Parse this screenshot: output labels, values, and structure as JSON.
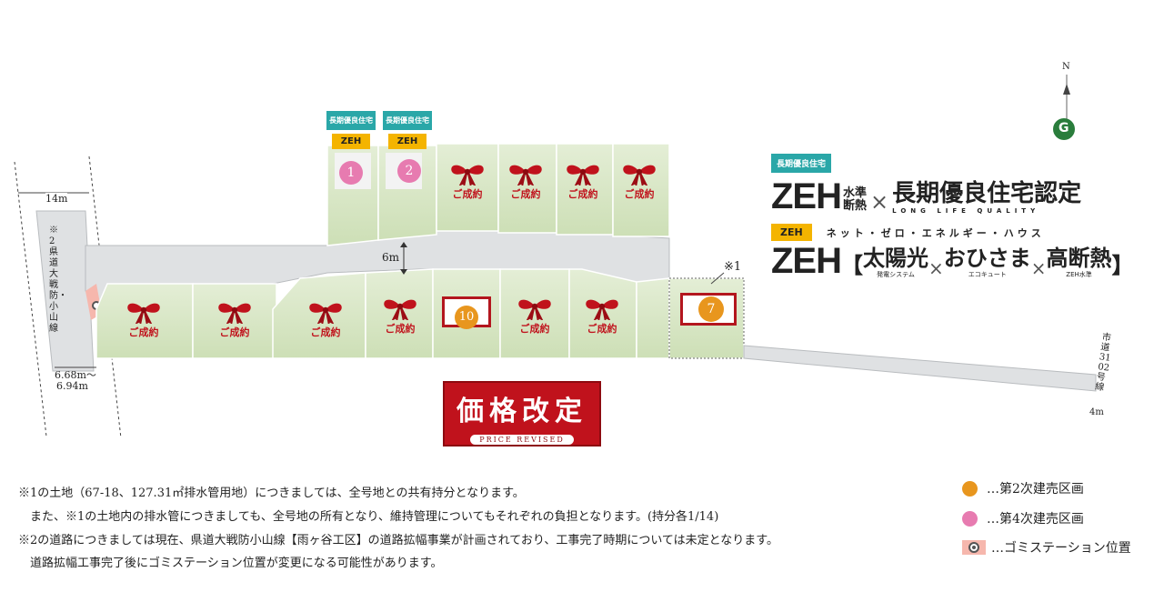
{
  "compass": {
    "north": "N",
    "logo": "G"
  },
  "road_labels": {
    "width_top": "14m",
    "prefectural_road": "※2 県道大戦防・小山線",
    "width_bottom_1": "6.68m～",
    "width_bottom_2": "6.94m",
    "inner_road": "6m",
    "city_road": "市道3102号線",
    "city_road_width": "4m",
    "note1_marker": "※1"
  },
  "lots_sold_label": "ご成約",
  "lots_available": [
    {
      "number": "1",
      "badge_top": "長期優良住宅",
      "badge_bottom": "ZEH",
      "color": "#e77bb0"
    },
    {
      "number": "2",
      "badge_top": "長期優良住宅",
      "badge_bottom": "ZEH",
      "color": "#e77bb0"
    },
    {
      "number": "10",
      "color": "#e8961e"
    },
    {
      "number": "7",
      "color": "#e8961e"
    }
  ],
  "price_banner": {
    "main": "価格改定",
    "sub": "PRICE REVISED"
  },
  "promo": {
    "tag1": "長期優良住宅",
    "zeh": "ZEH",
    "zeh_sub1": "水準",
    "zeh_sub2": "断熱",
    "times": "×",
    "long_life": "長期優良住宅認定",
    "long_life_en": "LONG LIFE QUALITY",
    "tag2": "ZEH",
    "net_zero": "ネット・ゼロ・エネルギー・ハウス",
    "bracket_open": "【",
    "bracket_close": "】",
    "solar": "太陽光",
    "solar_sub": "発電システム",
    "ohisama": "おひさま",
    "ohisama_sub": "エコキュート",
    "insulation": "高断熱",
    "insulation_sub": "ZEH水準"
  },
  "notes": [
    "※1の土地（67-18、127.31㎡排水管用地）につきましては、全号地との共有持分となります。",
    "　また、※1の土地内の排水管につきましても、全号地の所有となり、維持管理についてもそれぞれの負担となります。(持分各1/14)",
    "※2の道路につきましては現在、県道大戦防小山線【雨ヶ谷工区】の道路拡幅事業が計画されており、工事完了時期については未定となります。",
    "　道路拡幅工事完了後にゴミステーション位置が変更になる可能性があります。"
  ],
  "legend": [
    {
      "label": "…第2次建売区画",
      "color": "#e8961e"
    },
    {
      "label": "…第4次建売区画",
      "color": "#e77bb0"
    },
    {
      "label": "…ゴミステーション位置",
      "color": "#f6b7ad"
    }
  ],
  "colors": {
    "lot": "#d6e4c2",
    "road": "#dfe1e3",
    "ribbon": "#c0121c",
    "price": "#c0121c"
  }
}
